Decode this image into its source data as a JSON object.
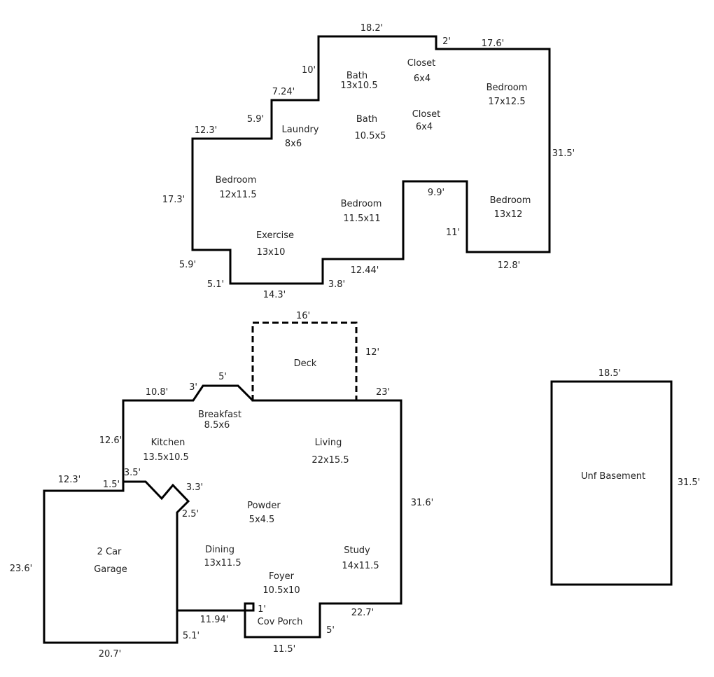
{
  "upper": {
    "rooms": {
      "bath1": {
        "name": "Bath",
        "size": "13x10.5"
      },
      "closet1": {
        "name": "Closet",
        "size": "6x4"
      },
      "bedroom_ne": {
        "name": "Bedroom",
        "size": "17x12.5"
      },
      "laundry": {
        "name": "Laundry",
        "size": "8x6"
      },
      "bath2": {
        "name": "Bath",
        "size": "10.5x5"
      },
      "closet2": {
        "name": "Closet",
        "size": "6x4"
      },
      "bedroom_w": {
        "name": "Bedroom",
        "size": "12x11.5"
      },
      "bedroom_mid": {
        "name": "Bedroom",
        "size": "11.5x11"
      },
      "bedroom_se": {
        "name": "Bedroom",
        "size": "13x12"
      },
      "exercise": {
        "name": "Exercise",
        "size": "13x10"
      }
    },
    "dims": {
      "top_left": "18.2'",
      "step_top": "2'",
      "top_right": "17.6'",
      "v10": "10'",
      "h724": "7.24'",
      "v59_upper": "5.9'",
      "h123": "12.3'",
      "right": "31.5'",
      "left": "17.3'",
      "v59_lower": "5.9'",
      "v51": "5.1'",
      "bottom": "14.3'",
      "v38": "3.8'",
      "h1244": "12.44'",
      "h99": "9.9'",
      "v11": "11'",
      "h128": "12.8'"
    }
  },
  "main": {
    "deck": {
      "name": "Deck",
      "width": "16'",
      "depth": "12'"
    },
    "rooms": {
      "breakfast": {
        "name": "Breakfast",
        "size": "8.5x6"
      },
      "kitchen": {
        "name": "Kitchen",
        "size": "13.5x10.5"
      },
      "living": {
        "name": "Living",
        "size": "22x15.5"
      },
      "powder": {
        "name": "Powder",
        "size": "5x4.5"
      },
      "dining": {
        "name": "Dining",
        "size": "13x11.5"
      },
      "study": {
        "name": "Study",
        "size": "14x11.5"
      },
      "foyer": {
        "name": "Foyer",
        "size": "10.5x10"
      },
      "garage": {
        "line1": "2 Car",
        "line2": "Garage"
      },
      "porch": {
        "name": "Cov Porch"
      }
    },
    "dims": {
      "h108": "10.8'",
      "bay3": "3'",
      "bay5": "5'",
      "h23": "23'",
      "v126": "12.6'",
      "v35": "3.5'",
      "h123": "12.3'",
      "h15": "1.5'",
      "d33": "3.3'",
      "d25": "2.5'",
      "right": "31.6'",
      "garage_left": "23.6'",
      "garage_bottom": "20.7'",
      "v51": "5.1'",
      "h1194": "11.94'",
      "porch_1": "1'",
      "porch_5": "5'",
      "porch_115": "11.5'",
      "h227": "22.7'"
    }
  },
  "basement": {
    "name": "Unf Basement",
    "width": "18.5'",
    "depth": "31.5'"
  }
}
